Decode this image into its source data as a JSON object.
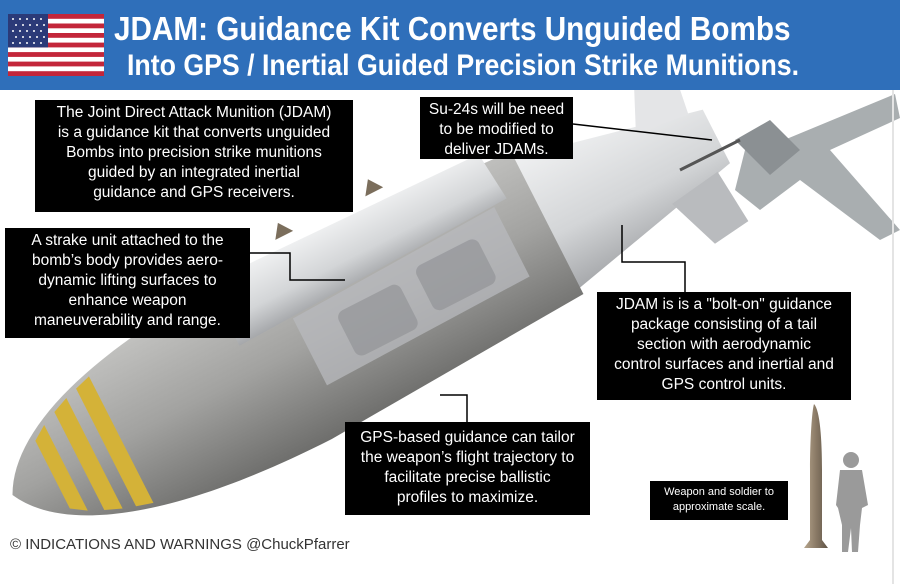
{
  "header": {
    "title_line1": "JDAM: Guidance Kit Converts Unguided Bombs",
    "title_line2": "Into GPS / Inertial Guided Precision Strike Munitions.",
    "flag_icon": "us-flag-icon",
    "background_color": "#2f6fba"
  },
  "callouts": {
    "intro": [
      "The Joint Direct Attack Munition (JDAM)",
      "is a guidance kit that converts unguided",
      "Bombs into precision strike munitions",
      "guided by an integrated  inertial",
      "guidance and GPS receivers."
    ],
    "su24": [
      "Su-24s will be need",
      "to be modified to",
      "deliver JDAMs."
    ],
    "strake": [
      "A strake unit attached to the",
      "bomb’s body provides aero-",
      "dynamic lifting surfaces to",
      "enhance weapon",
      "maneuverability and range."
    ],
    "bolt_on": [
      "JDAM is is a \"bolt-on\" guidance",
      "package consisting of a tail",
      "section with aerodynamic",
      "control surfaces and inertial and",
      "GPS control units."
    ],
    "gps": [
      "GPS-based guidance can tailor",
      "the weapon’s flight trajectory to",
      "facilitate precise ballistic",
      "profiles to maximize."
    ],
    "scale": [
      "Weapon  and soldier to",
      "approximate scale."
    ]
  },
  "footer": {
    "credit": "© INDICATIONS AND WARNINGS @ChuckPfarrer"
  },
  "colors": {
    "bomb_gray": "#9a9a98",
    "kit_gray": "#d6d8da",
    "nose_band": "#d4b238"
  }
}
